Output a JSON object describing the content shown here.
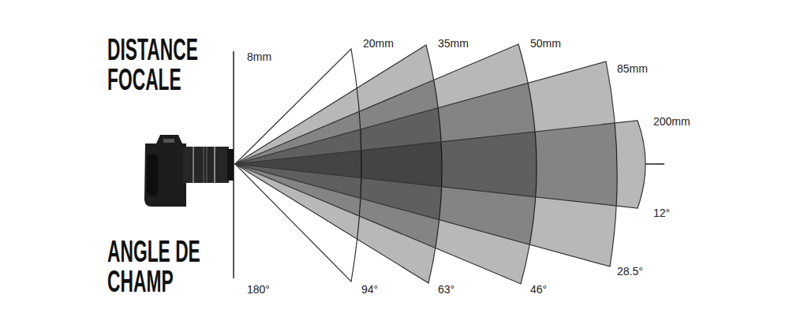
{
  "diagram": {
    "labels": [
      "DISTANCE FOCALE",
      "8mm",
      "20mm",
      "35mm",
      "50mm",
      "85mm",
      "200mm",
      "ANGLE DE CHAMP",
      "180°",
      "94°",
      "63°",
      "46°",
      "28.5°",
      "12°"
    ]
  }
}
